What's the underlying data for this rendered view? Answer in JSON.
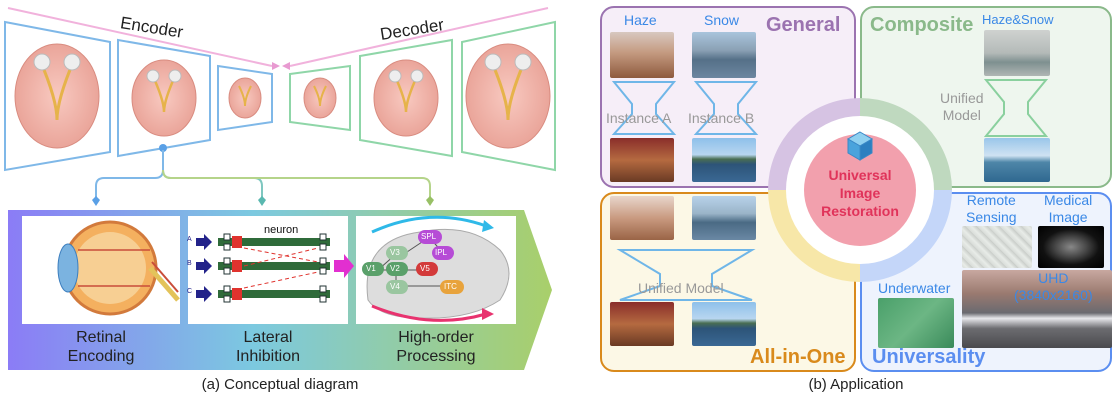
{
  "left_panel": {
    "encoder_label": "Encoder",
    "decoder_label": "Decoder",
    "stages": [
      {
        "title_line1": "Retinal",
        "title_line2": "Encoding"
      },
      {
        "title_line1": "Lateral",
        "title_line2": "Inhibition"
      },
      {
        "title_line1": "High-order",
        "title_line2": "Processing"
      }
    ],
    "neuron_label": "neuron",
    "row_labels": [
      "A",
      "B",
      "C"
    ],
    "brain_nodes": [
      "V1",
      "V2",
      "V3",
      "V4",
      "V5",
      "SPL",
      "IPL",
      "ITC"
    ],
    "caption": "(a) Conceptual diagram"
  },
  "right_panel": {
    "general": {
      "title": "General",
      "labels": [
        "Haze",
        "Snow"
      ],
      "instances": [
        "Instance A",
        "Instance B"
      ]
    },
    "composite": {
      "title": "Composite",
      "label": "Haze&Snow",
      "model_line1": "Unified",
      "model_line2": "Model"
    },
    "allinone": {
      "title": "All-in-One",
      "model": "Unified Model"
    },
    "universality": {
      "title": "Universality",
      "remote_line1": "Remote",
      "remote_line2": "Sensing",
      "medical_line1": "Medical",
      "medical_line2": "Image",
      "underwater": "Underwater",
      "uhd_line1": "UHD",
      "uhd_line2": "(3840x2160)"
    },
    "center_line1": "Universal",
    "center_line2": "Image",
    "center_line3": "Restoration",
    "caption": "(b) Application"
  },
  "colors": {
    "encoder_blue": "#7fb8e8",
    "decoder_green": "#8fd6a8",
    "general_purple": "#9b73b0",
    "composite_green": "#8ab98a",
    "allinone_orange": "#d98a1c",
    "universality_blue": "#5b8ef0",
    "center_red": "#e0335a"
  }
}
